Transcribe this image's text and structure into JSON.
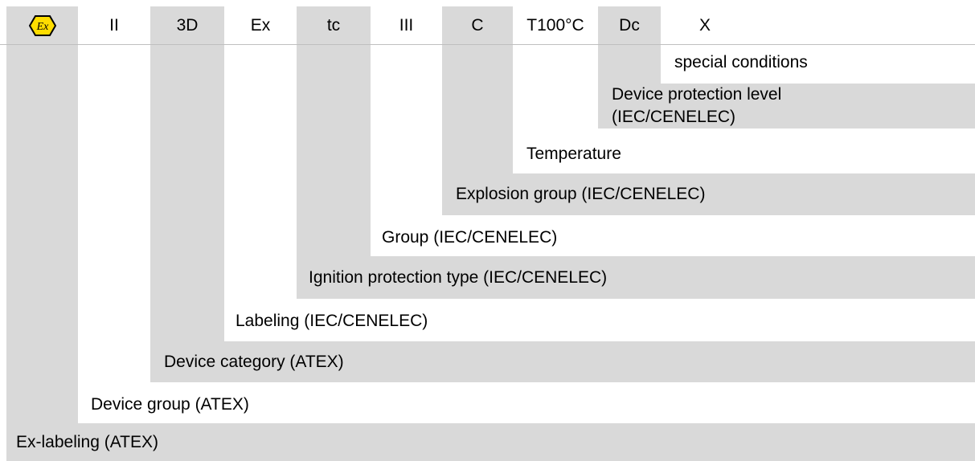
{
  "header": {
    "symbol": "Ex",
    "cells": [
      "II",
      "3D",
      "Ex",
      "tc",
      "III",
      "C",
      "T100°C",
      "Dc",
      "X"
    ]
  },
  "rows": [
    {
      "label": "special conditions"
    },
    {
      "label": "Device protection level (IEC/CENELEC)",
      "line1": "Device protection level",
      "line2": "(IEC/CENELEC)"
    },
    {
      "label": "Temperature"
    },
    {
      "label": "Explosion group (IEC/CENELEC)"
    },
    {
      "label": "Group (IEC/CENELEC)"
    },
    {
      "label": "Ignition protection type (IEC/CENELEC)"
    },
    {
      "label": "Labeling (IEC/CENELEC)"
    },
    {
      "label": "Device category (ATEX)"
    },
    {
      "label": "Device group (ATEX)"
    },
    {
      "label": "Ex-labeling (ATEX)"
    }
  ],
  "colors": {
    "shade": "#d9d9d9",
    "ex_symbol_fill": "#ffdd00",
    "ex_symbol_stroke": "#000000"
  }
}
